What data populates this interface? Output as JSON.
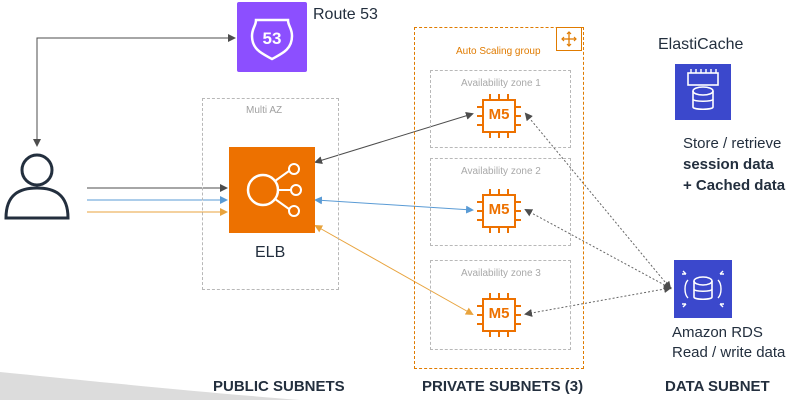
{
  "route53": {
    "label": "Route 53",
    "badge": "53"
  },
  "public": {
    "multi_az": "Multi AZ",
    "elb_label": "ELB",
    "subnet_label": "PUBLIC SUBNETS"
  },
  "private": {
    "asg_label": "Auto Scaling group",
    "zones": [
      "Availability zone 1",
      "Availability zone 2",
      "Availability zone 3"
    ],
    "instance_label": "M5",
    "subnet_label": "PRIVATE SUBNETS (3)"
  },
  "data": {
    "elasticache": {
      "title": "ElastiCache",
      "line1": "Store / retrieve",
      "line2": "session data",
      "line3": "+ Cached data"
    },
    "rds": {
      "title": "Amazon RDS",
      "line1": "Read / write data"
    },
    "subnet_label": "DATA SUBNET"
  },
  "colors": {
    "route53": "#8c4fff",
    "elb": "#ed7100",
    "ec2": "#ed7100",
    "database": "#3b48cc",
    "dark_arrow": "#4d4d4d",
    "blue_arrow": "#5a9bd5",
    "orange_arrow": "#e8a33d"
  }
}
